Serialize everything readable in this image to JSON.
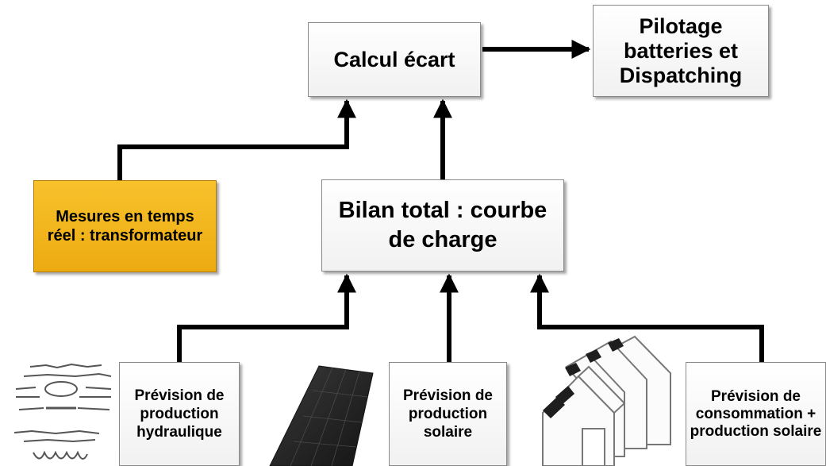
{
  "boxes": {
    "calcul": "Calcul écart",
    "pilotage": "Pilotage batteries et Dispatching",
    "bilan": "Bilan total : courbe de charge",
    "mesures": "Mesures en temps réel : transformateur",
    "hydro": "Prévision de production hydraulique",
    "solaire": "Prévision de production solaire",
    "conso": "Prévision de consommation + production solaire"
  },
  "colors": {
    "highlight_box": "#f0b41c",
    "box_fill": "#f4f4f4",
    "arrow": "#000000"
  },
  "icons": [
    "hydro-turbine-icon",
    "solar-panel-icon",
    "houses-with-solar-icon"
  ]
}
